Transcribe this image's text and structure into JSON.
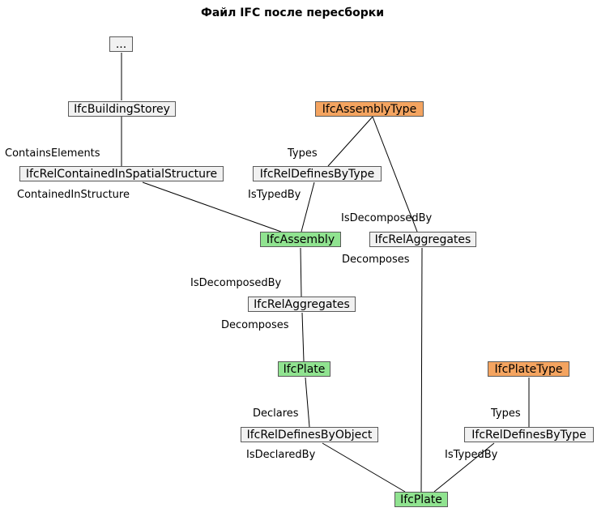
{
  "title": "Файл IFC после пересборки",
  "nodes": {
    "ellipsis": "...",
    "building_storey": "IfcBuildingStorey",
    "assembly_type": "IfcAssemblyType",
    "rel_contained": "IfcRelContainedInSpatialStructure",
    "rel_defines_type_1": "IfcRelDefinesByType",
    "assembly": "IfcAssembly",
    "rel_aggregates_1": "IfcRelAggregates",
    "rel_aggregates_2": "IfcRelAggregates",
    "plate_1": "IfcPlate",
    "plate_type": "IfcPlateType",
    "rel_defines_object": "IfcRelDefinesByObject",
    "rel_defines_type_2": "IfcRelDefinesByType",
    "plate_2": "IfcPlate"
  },
  "labels": {
    "contains_elements": "ContainsElements",
    "contained_in_structure": "ContainedInStructure",
    "types_1": "Types",
    "is_typed_by_1": "IsTypedBy",
    "is_decomposed_by_1": "IsDecomposedBy",
    "decomposes_1": "Decomposes",
    "is_decomposed_by_2": "IsDecomposedBy",
    "decomposes_2": "Decomposes",
    "declares": "Declares",
    "is_declared_by": "IsDeclaredBy",
    "types_2": "Types",
    "is_typed_by_2": "IsTypedBy"
  },
  "colors": {
    "relationship_fill": "#f1f1f1",
    "entity_fill": "#90e390",
    "type_fill": "#f4a460",
    "border": "#5a5a5a",
    "edge": "#000000"
  }
}
